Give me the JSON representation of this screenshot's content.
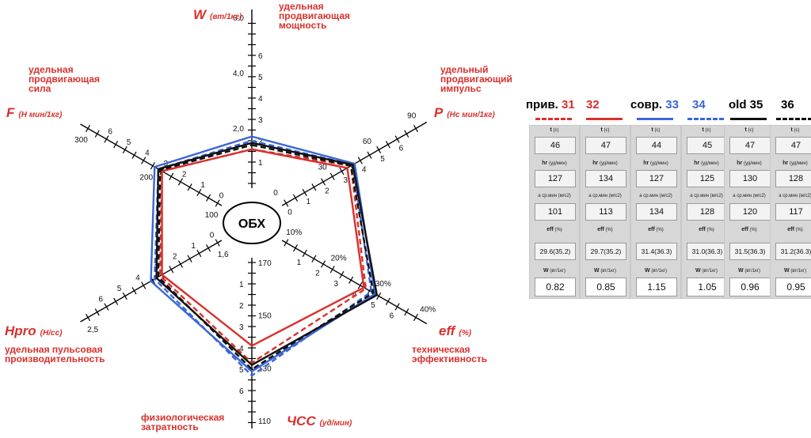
{
  "chart_data": {
    "type": "radar",
    "center_label": "ОБХ",
    "axes": [
      {
        "key": "W",
        "name": "W",
        "unit": "(вт/1кг)",
        "desc": "удельная продвигающая мощность",
        "scale_labels": [
          "1",
          "2",
          "3",
          "4",
          "5",
          "6"
        ],
        "value_labels": [
          "2,0",
          "4,0",
          "6.0"
        ]
      },
      {
        "key": "P",
        "name": "P",
        "unit": "(Нс мин/1кг)",
        "desc": "удельный продвигающий импульс",
        "scale_labels": [
          "0",
          "1",
          "2",
          "3",
          "4",
          "5",
          "6"
        ],
        "value_labels": [
          "0",
          "30",
          "60",
          "90"
        ]
      },
      {
        "key": "eff",
        "name": "eff",
        "unit": "(%)",
        "desc": "техническая эффективность",
        "scale_labels": [
          "1",
          "2",
          "3",
          "4",
          "5",
          "6"
        ],
        "value_labels": [
          "10%",
          "20%",
          "30%",
          "40%"
        ]
      },
      {
        "key": "CHSS",
        "name": "ЧСС",
        "unit": "(уд/мин)",
        "desc": "физиологическая затратность",
        "scale_labels": [
          "1",
          "2",
          "3",
          "4",
          "5",
          "6"
        ],
        "value_labels": [
          "170",
          "150",
          "130",
          "110"
        ]
      },
      {
        "key": "Hpro",
        "name": "Hpro",
        "unit": "(Н/сс)",
        "desc": "удельная пульсовая производительность",
        "scale_labels": [
          "0",
          "1",
          "2",
          "3",
          "4",
          "5",
          "6"
        ],
        "value_labels": [
          "1,6",
          "2,5"
        ]
      },
      {
        "key": "F",
        "name": "F",
        "unit": "(Н мин/1кг)",
        "desc": "удельная продвигающая сила",
        "scale_labels": [
          "0",
          "1",
          "2",
          "3",
          "4",
          "5",
          "6"
        ],
        "value_labels": [
          "100",
          "200",
          "300"
        ]
      }
    ],
    "series": [
      {
        "group": "прив.",
        "name": "31",
        "color": "#d9302c",
        "dash": true,
        "values": {
          "W": 1.6,
          "P": 3.5,
          "eff": 4.3,
          "CHSS": 4.7,
          "Hpro": 3.1,
          "F": 3.0
        },
        "t": "46",
        "hr": "127",
        "a": "101",
        "eff_text": "29.6(35.2)",
        "w_text": "0.82"
      },
      {
        "group": "прив.",
        "name": "32",
        "color": "#d9302c",
        "dash": false,
        "values": {
          "W": 1.6,
          "P": 3.3,
          "eff": 4.2,
          "CHSS": 3.9,
          "Hpro": 3.0,
          "F": 3.0
        },
        "t": "47",
        "hr": "134",
        "a": "113",
        "eff_text": "29.7(35.2)",
        "w_text": "0.85"
      },
      {
        "group": "совр.",
        "name": "33",
        "color": "#3a66d8",
        "dash": false,
        "values": {
          "W": 2.2,
          "P": 3.7,
          "eff": 4.8,
          "CHSS": 5.1,
          "Hpro": 3.6,
          "F": 3.4
        },
        "t": "44",
        "hr": "127",
        "a": "134",
        "eff_text": "31.4(36.3)",
        "w_text": "1.15"
      },
      {
        "group": "совр.",
        "name": "34",
        "color": "#3a66d8",
        "dash": true,
        "values": {
          "W": 2.0,
          "P": 3.6,
          "eff": 4.6,
          "CHSS": 5.3,
          "Hpro": 3.4,
          "F": 3.2
        },
        "t": "45",
        "hr": "125",
        "a": "128",
        "eff_text": "31.0(36.3)",
        "w_text": "1.05"
      },
      {
        "group": "old",
        "name": "35",
        "color": "#111111",
        "dash": false,
        "values": {
          "W": 1.9,
          "P": 3.6,
          "eff": 4.9,
          "CHSS": 4.8,
          "Hpro": 3.3,
          "F": 3.2
        },
        "t": "47",
        "hr": "130",
        "a": "120",
        "eff_text": "31.5(36.3)",
        "w_text": "0.96"
      },
      {
        "group": "old",
        "name": "36",
        "color": "#111111",
        "dash": true,
        "values": {
          "W": 1.8,
          "P": 3.5,
          "eff": 4.7,
          "CHSS": 5.0,
          "Hpro": 3.2,
          "F": 3.1
        },
        "t": "47",
        "hr": "128",
        "a": "117",
        "eff_text": "31.2(36.3)",
        "w_text": "0.95"
      }
    ]
  },
  "table": {
    "groups": [
      "прив.",
      "совр.",
      "old"
    ],
    "row_labels": {
      "t": "t",
      "t_unit": "(с)",
      "hr": "hr",
      "hr_unit": "(уд/мин)",
      "a": "а ср.мин (м/с2)",
      "eff": "eff",
      "eff_unit": "(%)",
      "w": "W",
      "w_unit": "(вт/1кг)"
    }
  }
}
